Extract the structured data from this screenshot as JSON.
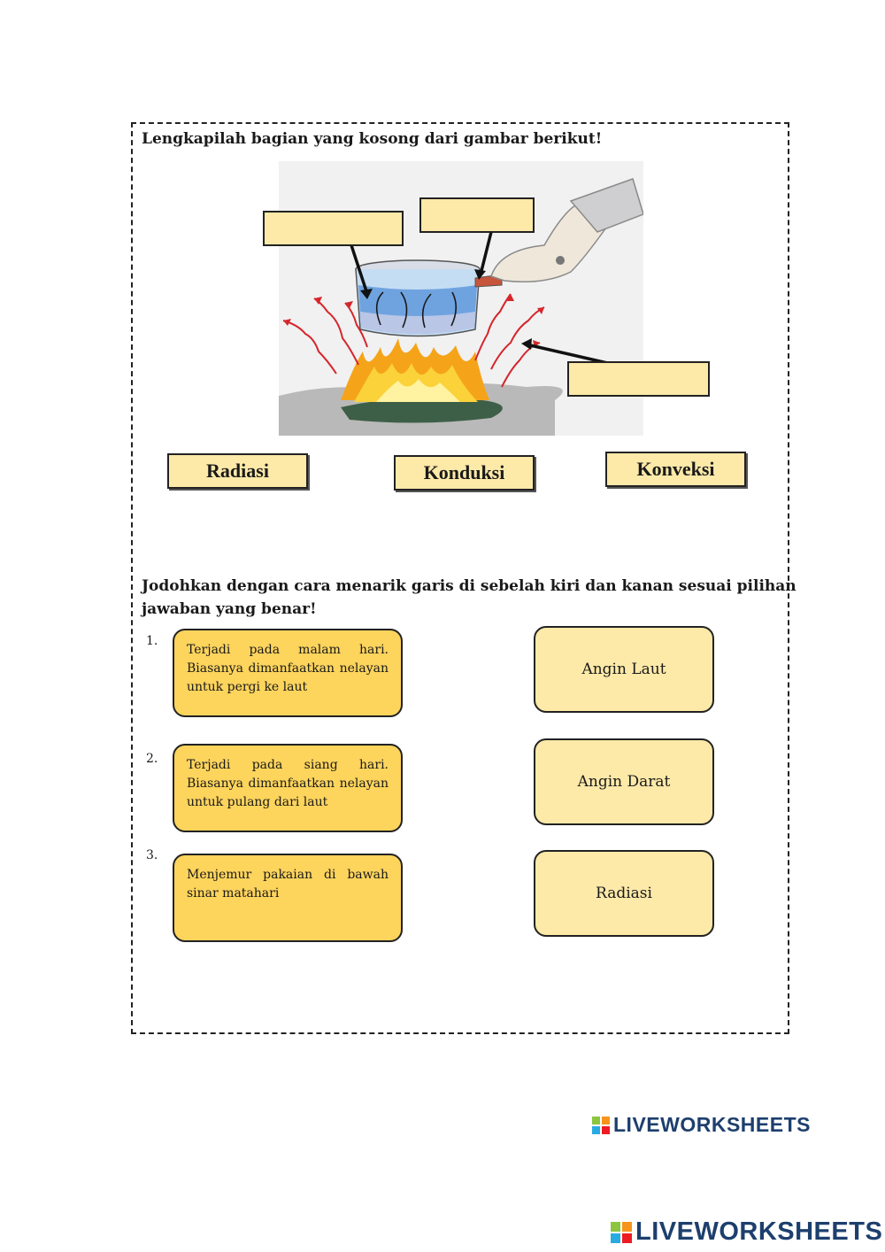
{
  "section1": {
    "heading": "Lengkapilah bagian yang kosong dari gambar berikut!",
    "choices": [
      "Radiasi",
      "Konduksi",
      "Konveksi"
    ]
  },
  "section2": {
    "heading_line1": "Jodohkan dengan cara menarik garis di sebelah kiri dan kanan sesuai pilihan",
    "heading_line2": "jawaban yang benar!",
    "items": [
      {
        "number": "1.",
        "text": "Terjadi pada malam hari. Biasanya dimanfaatkan nelayan untuk pergi ke laut"
      },
      {
        "number": "2.",
        "text": "Terjadi pada siang hari. Biasanya dimanfaatkan nelayan untuk pulang dari laut"
      },
      {
        "number": "3.",
        "text": "Menjemur pakaian di bawah sinar matahari"
      }
    ],
    "answers": [
      "Angin Laut",
      "Angin Darat",
      "Radiasi"
    ]
  },
  "brand": {
    "text": "LIVEWORKSHEETS"
  },
  "colors": {
    "blank_fill": "#fde9a8",
    "statement_fill": "#fdd45c",
    "brand_text": "#1d3f6e"
  }
}
